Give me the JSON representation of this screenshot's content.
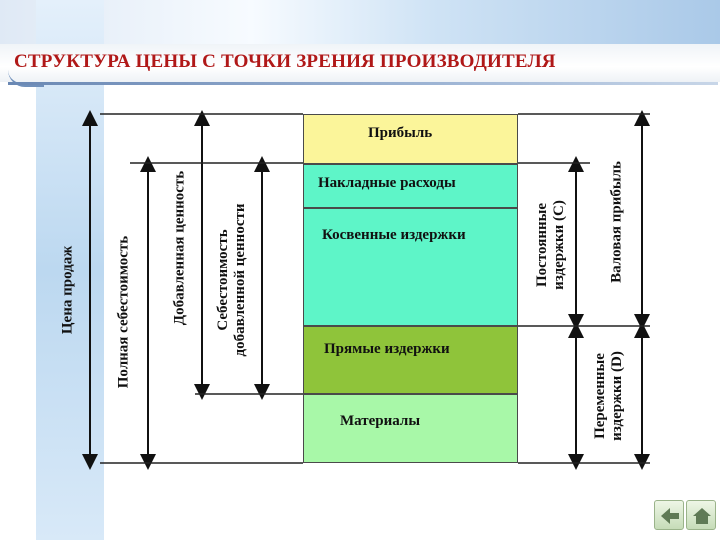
{
  "title": "СТРУКТУРА ЦЕНЫ С ТОЧКИ ЗРЕНИЯ ПРОИЗВОДИТЕЛЯ",
  "blocks": {
    "profit": "Прибыль",
    "overhead": "Накладные расходы",
    "indirect": "Косвенные издержки",
    "direct": "Прямые издержки",
    "materials": "Материалы"
  },
  "left_labels": {
    "sales_price": "Цена продаж",
    "full_cost": "Полная себестоимость",
    "value_added": "Добавленная ценность",
    "value_added_cost_1": "Себестоимость",
    "value_added_cost_2": "добавленной ценности"
  },
  "right_labels": {
    "fixed_costs_1": "Постоянные",
    "fixed_costs_2": "издержки (С)",
    "variable_costs_1": "Переменные",
    "variable_costs_2": "издержки (D)",
    "gross_profit": "Валовая прибыль"
  },
  "colors": {
    "title": "#b01818",
    "profit": "#fbf59a",
    "overhead_indirect": "#5ef5c8",
    "direct": "#8fc43a",
    "materials": "#a8f8a8"
  },
  "nav": {
    "prev_icon": "arrow-left-icon",
    "home_icon": "home-icon"
  }
}
